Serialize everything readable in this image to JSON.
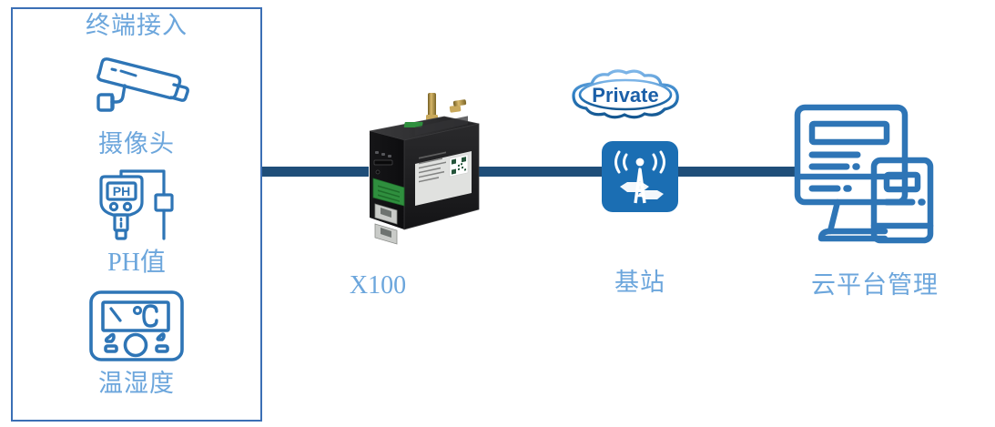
{
  "diagram": {
    "type": "network-topology",
    "background_color": "#ffffff",
    "link_color": "#1F4E79",
    "label_color": "#6CA6DC",
    "panel_border_color": "#3B6FB5",
    "icon_outline_color": "#2E75B6",
    "accent_blue": "#1B6EB3"
  },
  "panel": {
    "title": "终端接入",
    "devices": [
      {
        "icon": "cctv-camera-icon",
        "label": "摄像头"
      },
      {
        "icon": "ph-meter-icon",
        "label": "PH值"
      },
      {
        "icon": "thermo-hygrometer-icon",
        "label": "温湿度"
      }
    ]
  },
  "nodes": {
    "router": {
      "label": "X100",
      "icon": "industrial-router-device"
    },
    "cloud_tag": {
      "label": "Private",
      "icon": "cloud-shape"
    },
    "base_station": {
      "label": "基站",
      "icon": "cell-tower-icon"
    },
    "cloud_platform": {
      "label": "云平台管理",
      "icon": "desktop-server-icon"
    }
  },
  "links": [
    {
      "from": "terminal-access-panel",
      "to": "router"
    },
    {
      "from": "router",
      "to": "base-station"
    },
    {
      "from": "base-station",
      "to": "cloud-platform"
    }
  ],
  "ph_meter": {
    "screen_text": "PH"
  },
  "thermo": {
    "screen_text": "°C"
  }
}
